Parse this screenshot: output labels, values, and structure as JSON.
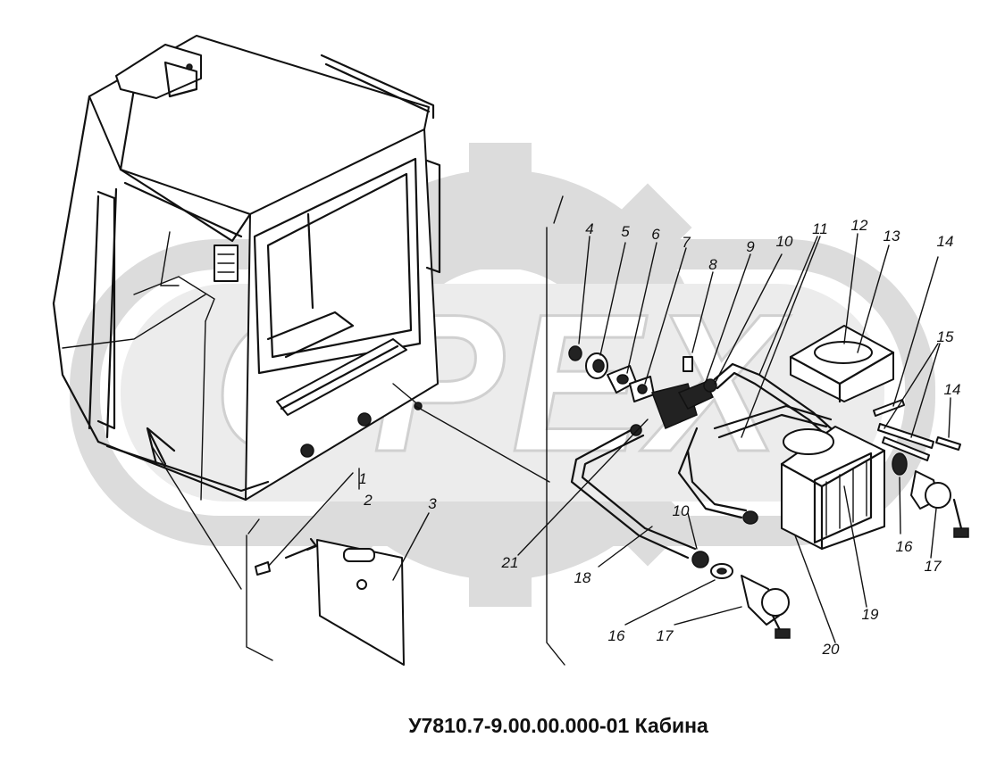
{
  "title": "У7810.7-9.00.00.000-01 Кабина",
  "watermark": {
    "text": "OPEX",
    "color": "#d9d9d9"
  },
  "callouts": [
    "1",
    "2",
    "3",
    "4",
    "5",
    "6",
    "7",
    "8",
    "9",
    "10",
    "10",
    "11",
    "12",
    "13",
    "14",
    "14",
    "15",
    "16",
    "16",
    "17",
    "17",
    "18",
    "19",
    "20",
    "21"
  ]
}
